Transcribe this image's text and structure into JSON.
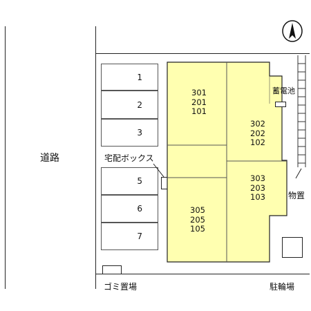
{
  "road_label": "道路",
  "parking_spots": [
    "1",
    "2",
    "3",
    "5",
    "6",
    "7"
  ],
  "delivery_box_label": "宅配ボックス",
  "battery_label": "蓄電池",
  "storage_label": "物置",
  "garbage_label": "ゴミ置場",
  "bicycle_parking_label": "駐輪場",
  "units": {
    "block_a": [
      "301",
      "201",
      "101"
    ],
    "block_b": [
      "302",
      "202",
      "102"
    ],
    "block_c": [
      "303",
      "203",
      "103"
    ],
    "block_d": [
      "305",
      "205",
      "105"
    ]
  },
  "colors": {
    "building_fill": "#ffffb0",
    "line": "#222222"
  },
  "compass_icon": "north-arrow-icon"
}
